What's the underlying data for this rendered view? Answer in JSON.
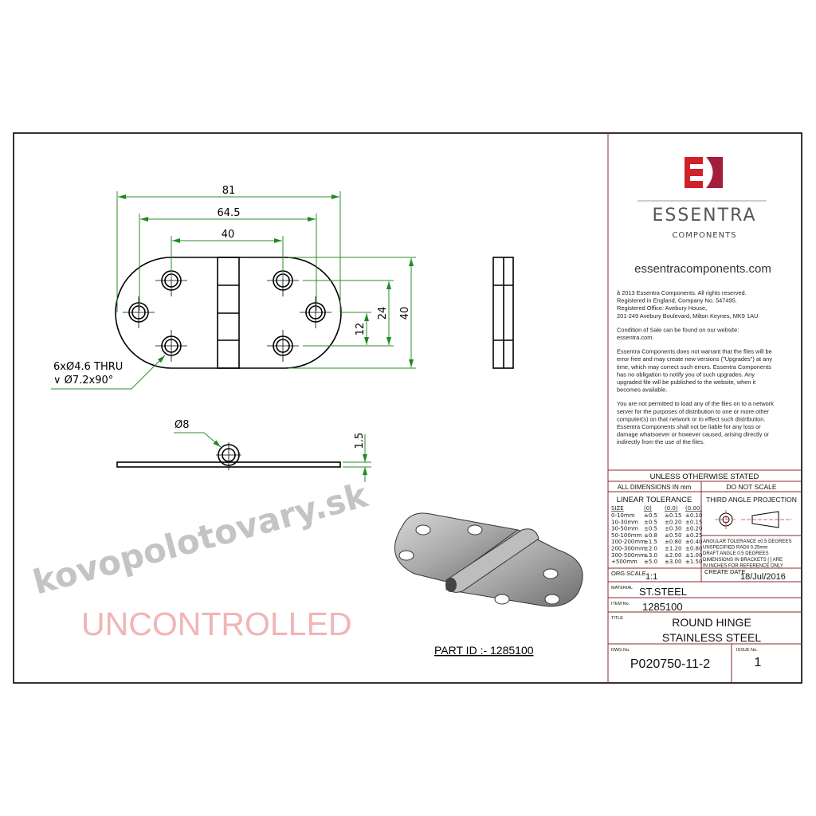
{
  "drawing": {
    "dimensions": {
      "overall_length": "81",
      "hole_span_outer": "64.5",
      "hole_span_inner": "40",
      "height": "40",
      "hole_pitch_vertical": "24",
      "hole_offset": "12",
      "thickness": "1.5",
      "knuckle_diameter": "Ø8"
    },
    "hole_note": [
      "6xØ4.6 THRU",
      "∨ Ø7.2x90°"
    ],
    "part_id": "PART ID :- 1285100",
    "uncontrolled": "UNCONTROLLED",
    "watermark": "kovopolotovary.sk"
  },
  "title_block": {
    "brand": "ESSENTRA",
    "brand_sub": "COMPONENTS",
    "website": "essentracomponents.com",
    "legal": [
      [
        "â 2013 Essentra Components. All rights reserved.",
        "Registered in England, Company No. 547495.",
        "Registered Office: Avebury House,",
        "201-249 Avebury Boulevard, Milton Keynes, MK9 1AU"
      ],
      [
        "Condition of Sale can be found on our website:",
        "essentra.com."
      ],
      [
        "Essentra Components does not warrant that the files will be",
        "error free and may create new versions (\"Upgrades\") at any",
        "time, which may correct such errors. Essentra Components",
        "has no obligation to notify you of such upgrades. Any",
        "upgraded file will be published to the website, when it",
        "becomes available."
      ],
      [
        "You are not permitted to load any of the files on to a network",
        "server for the purposes of distribution to one or more other",
        "computer(s) on that network or to effect such distribution.",
        "Essentra Components shall not be liable for any loss or",
        "damage whatsoever or however caused, arising directly or",
        "indirectly from the use of the files."
      ]
    ],
    "unless_stated": "UNLESS OTHERWISE STATED",
    "all_dims": "ALL DIMENSIONS IN mm",
    "do_not_scale": "DO NOT SCALE",
    "linear_tolerance": "LINEAR TOLERANCE",
    "tolerance_headers": [
      "SIZE",
      "(0)",
      "(0.0)",
      "(0.00)"
    ],
    "tolerance_rows": [
      [
        "0-10mm",
        "±0.5",
        "±0.15",
        "±0.10"
      ],
      [
        "10-30mm",
        "±0.5",
        "±0.20",
        "±0.15"
      ],
      [
        "30-50mm",
        "±0.5",
        "±0.30",
        "±0.20"
      ],
      [
        "50-100mm",
        "±0.8",
        "±0.50",
        "±0.25"
      ],
      [
        "100-200mm",
        "±1.5",
        "±0.80",
        "±0.40"
      ],
      [
        "200-300mm",
        "±2.0",
        "±1.20",
        "±0.80"
      ],
      [
        "300-500mm",
        "±3.0",
        "±2.00",
        "±1.00"
      ],
      [
        "+500mm",
        "±5.0",
        "±3.00",
        "±1.50"
      ]
    ],
    "projection": "THIRD ANGLE PROJECTION",
    "notes": [
      "ANGULAR TOLERANCE ±0.5 DEGREES",
      "UNSPECIFIED RADII 0.25mm",
      "DRAFT ANGLE 0.5 DEGREES",
      "DIMENSIONS IN BRACKETS [ ] ARE",
      "IN INCHES FOR REFERENCE ONLY"
    ],
    "org_scale_label": "ORG.SCALE",
    "org_scale": "1:1",
    "create_date_label": "CREATE DATE",
    "create_date": "18/Jul/2016",
    "material_label": "MATERIAL",
    "material": "ST.STEEL",
    "item_label": "ITEM No.",
    "item": "1285100",
    "title_label": "TITLE",
    "title": [
      "ROUND HINGE",
      "STAINLESS STEEL"
    ],
    "dwg_label": "DWG.No.",
    "dwg": "P020750-11-2",
    "issue_label": "ISSUE No.",
    "issue": "1"
  }
}
